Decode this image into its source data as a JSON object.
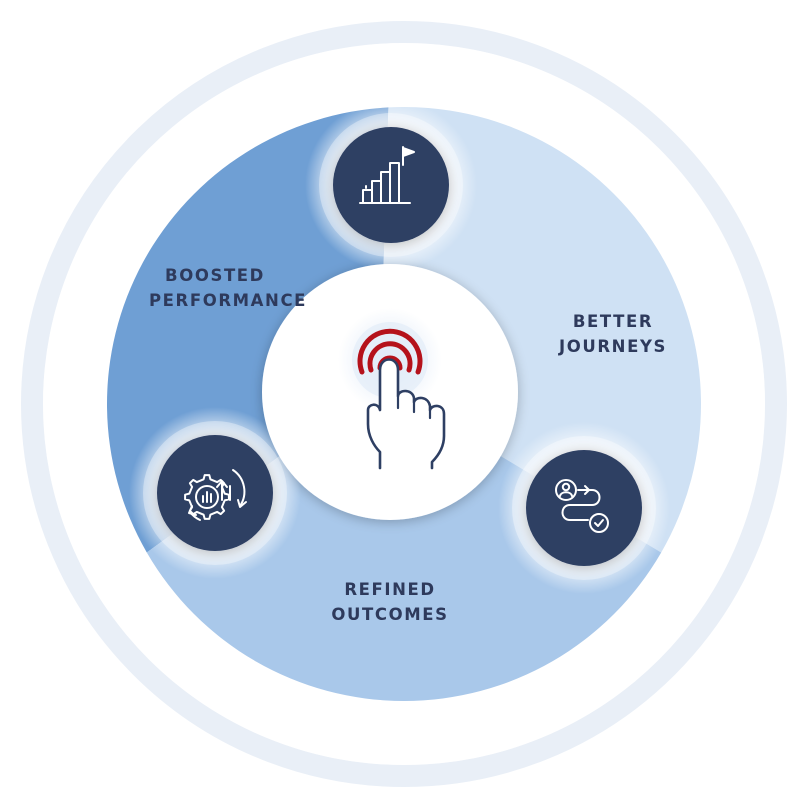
{
  "diagram": {
    "center_icon": "tap-gesture-icon",
    "segments": [
      {
        "id": "boosted-performance",
        "label_line1": "BOOSTED",
        "label_line2": "PERFORMANCE",
        "icon": "growth-chart-flag-icon"
      },
      {
        "id": "better-journeys",
        "label_line1": "BETTER",
        "label_line2": "JOURNEYS",
        "icon": "user-journey-path-icon"
      },
      {
        "id": "refined-outcomes",
        "label_line1": "REFINED",
        "label_line2": "OUTCOMES",
        "icon": "gear-analytics-icon"
      }
    ],
    "colors": {
      "segment_dark": "#6f9fd4",
      "segment_mid": "#a9c8ea",
      "segment_light": "#cfe1f4",
      "icon_circle": "#2e3f63",
      "accent_red": "#b5121b",
      "label_text": "#2e3a5c",
      "outer_ring": "#eef3f9"
    }
  }
}
